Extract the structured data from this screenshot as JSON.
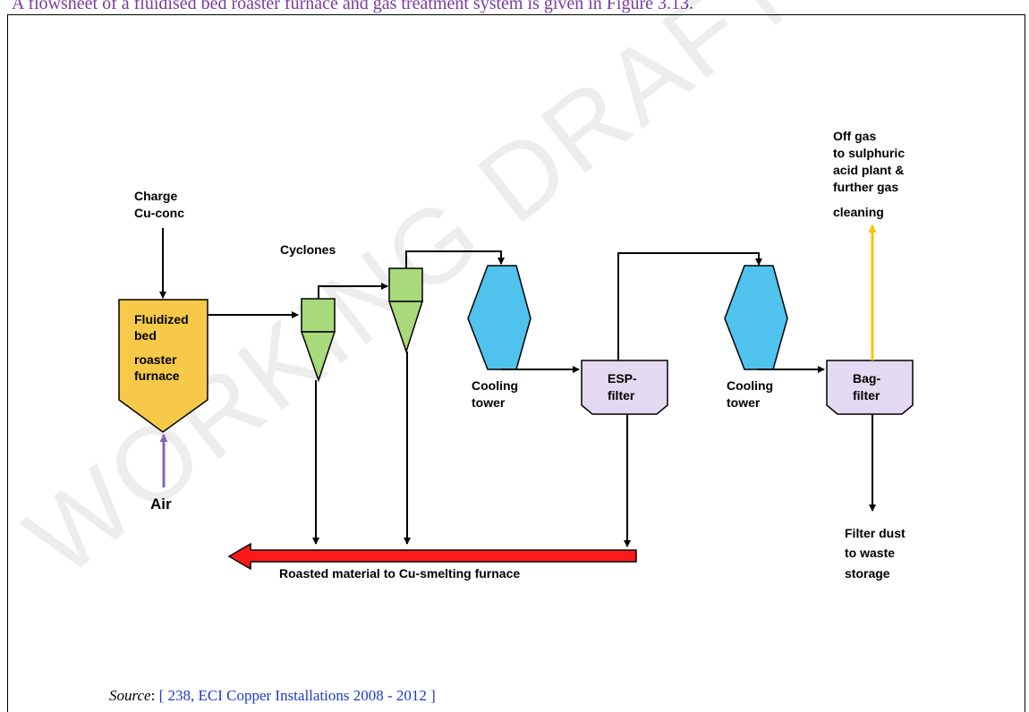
{
  "intro_text": "A flowsheet of a fluidised bed roaster furnace and gas treatment system is given in Figure 3.13.",
  "watermark": "WORKING DRAFT IN PROGRESS",
  "diagram": {
    "charge_line1": "Charge",
    "charge_line2": "Cu-conc",
    "furnace_line1": "Fluidized",
    "furnace_line2": "bed",
    "furnace_line3": "roaster",
    "furnace_line4": "furnace",
    "air": "Air",
    "cyclones": "Cyclones",
    "cooling_tower_1_line1": "Cooling",
    "cooling_tower_1_line2": "tower",
    "esp_line1": "ESP-",
    "esp_line2": "filter",
    "cooling_tower_2_line1": "Cooling",
    "cooling_tower_2_line2": "tower",
    "bag_line1": "Bag-",
    "bag_line2": "filter",
    "offgas_line1": "Off gas",
    "offgas_line2": "to sulphuric",
    "offgas_line3": "acid plant &",
    "offgas_line4": "further gas",
    "offgas_line5": "cleaning",
    "dust_line1": "Filter dust",
    "dust_line2": "to waste",
    "dust_line3": "storage",
    "roasted": "Roasted material to Cu-smelting furnace"
  },
  "colors": {
    "furnace": "#f7c948",
    "cyclone": "#a8d97a",
    "cooling_tower": "#4fc3ee",
    "filter": "#e3d9f0",
    "air_arrow": "#8a63b5",
    "offgas_arrow": "#ffc000",
    "product_arrow": "#ff1a1a"
  },
  "source": {
    "label": "Source",
    "colon": ":",
    "ref": "[ 238, ECI Copper Installations 2008 - 2012 ]"
  }
}
